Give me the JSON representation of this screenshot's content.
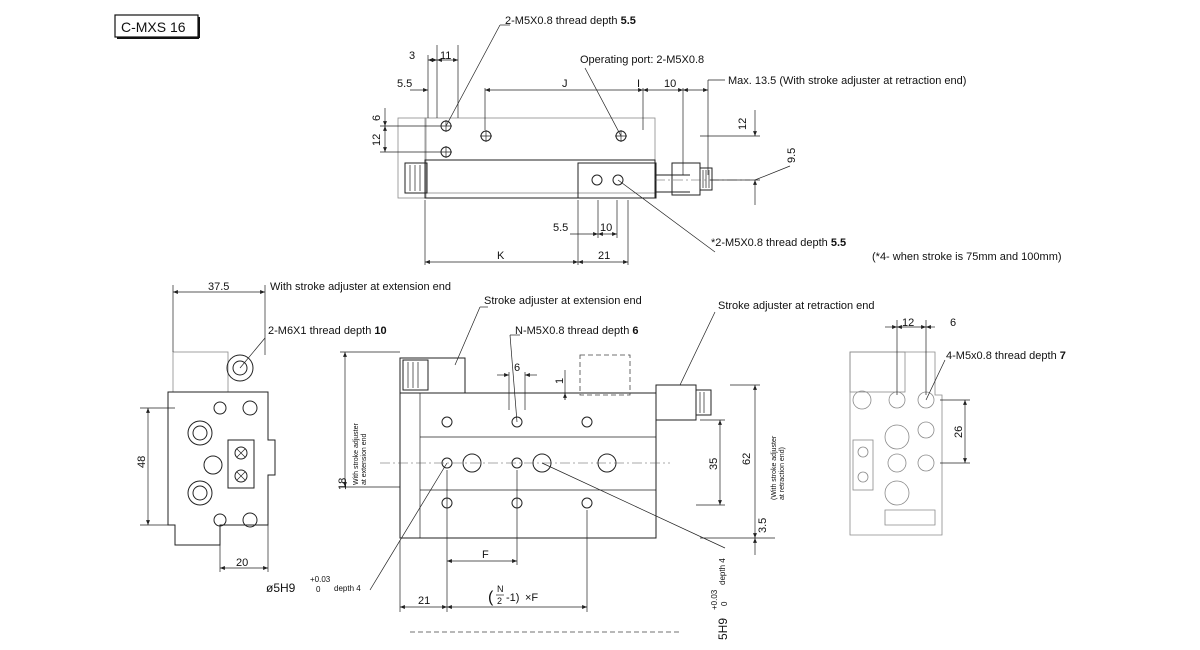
{
  "model_tag": "C-MXS 16",
  "top_view": {
    "thread_note_top": {
      "text": "2-M5X0.8 thread depth ",
      "bold": "5.5"
    },
    "operating_port": "Operating port: 2-M5X0.8",
    "max_note": "Max. 13.5 (With stroke adjuster at retraction end)",
    "thread_note_bottom": {
      "star": "*",
      "text": "2-M5X0.8 thread depth ",
      "bold": "5.5"
    },
    "footnote": "(*4- when stroke is 75mm and 100mm)",
    "dims": {
      "d3": "3",
      "d11": "11",
      "d5_5a": "5.5",
      "J": "J",
      "I": "I",
      "d10a": "10",
      "d6": "6",
      "d12a": "12",
      "d12b": "12",
      "d9_5": "9.5",
      "d5_5b": "5.5",
      "d10b": "10",
      "K": "K",
      "d21": "21"
    }
  },
  "side_view": {
    "d37_5": "37.5",
    "adjuster_note": "With stroke adjuster at extension end",
    "thread_note": {
      "text": "2-M6X1  thread depth ",
      "bold": "10"
    },
    "d48": "48",
    "d20": "20"
  },
  "front_view": {
    "adjuster_ext": "Stroke adjuster at extension end",
    "adjuster_ret": "Stroke adjuster at retraction end",
    "n_thread": {
      "text": "N-M5X0.8 thread depth ",
      "bold": "6"
    },
    "d6": "6",
    "d1": "1",
    "d18": "18",
    "ext_end_label": [
      "With stroke adjuster",
      "at extension end"
    ],
    "ret_end_label": [
      "(With stroke adjuster",
      "at retraction end)"
    ],
    "d35": "35",
    "d62": "62",
    "d3_5": "3.5",
    "F": "F",
    "d21": "21",
    "formula": {
      "open": "(",
      "num": "N",
      "den": "2",
      "rest": "-1)",
      "times": "×F"
    },
    "hole_left": {
      "main": "ø5H9",
      "tol_up": "+0.03",
      "tol_low": "0",
      "depth": "depth 4"
    },
    "hole_right": {
      "main": "5H9",
      "tol_up": "+0.03",
      "tol_low": "0",
      "depth": "depth 4"
    }
  },
  "end_view": {
    "d12": "12",
    "d6": "6",
    "thread_note": {
      "text": "4-M5x0.8 thread depth ",
      "bold": "7"
    },
    "d26": "26"
  }
}
